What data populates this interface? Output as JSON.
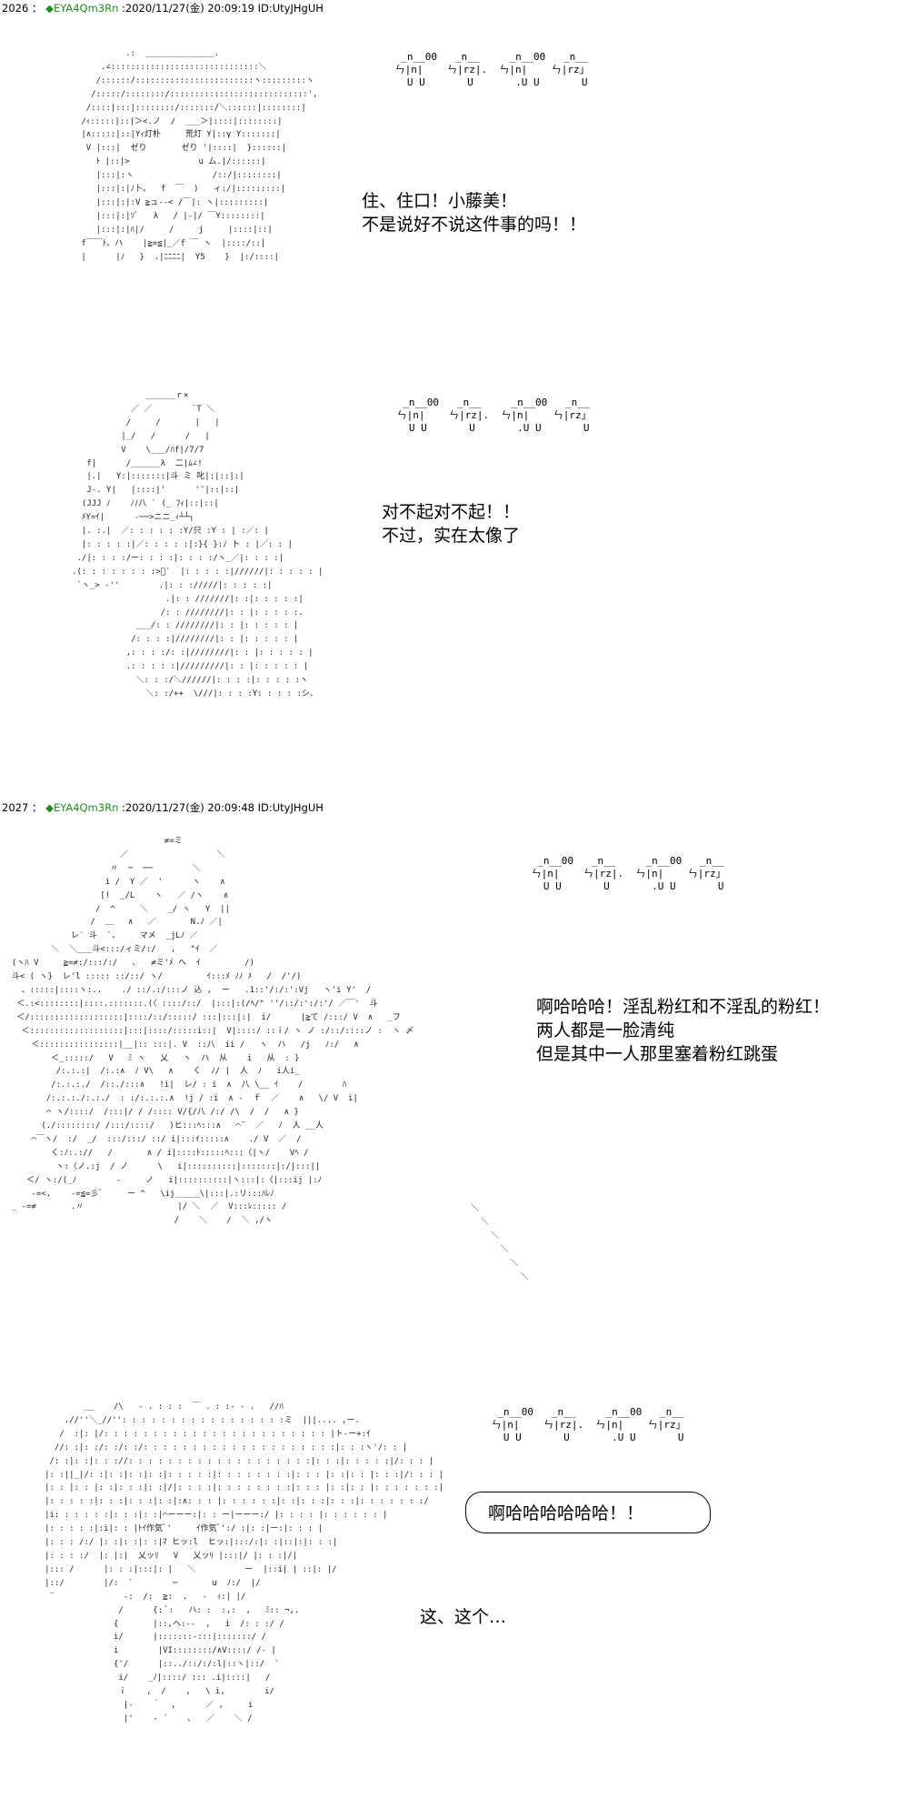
{
  "posts": [
    {
      "number": "2026",
      "separator": " ：",
      "diamond": "◆",
      "trip": "EYA4Qm3Rn",
      "datetime": " :2020/11/27(金) 20:09:19 ID:UtyJHgUH"
    },
    {
      "number": "2027",
      "separator": " ：",
      "diamond": "◆",
      "trip": "EYA4Qm3Rn",
      "datetime": " :2020/11/27(金) 20:09:48 ID:UtyJHgUH"
    }
  ],
  "sfx": {
    "knock": "  _n__00   _n__     _n__00   _n__\n ㄣ|n|    ㄣ|rz|.  ㄣ|n|    ㄣ|rz」\n   U U       U       .U U       U"
  },
  "dialogue": {
    "panel1": "住、住口！小藤美！\n不是说好不说这件事的吗！！",
    "panel2": "对不起对不起！！\n不过，实在太像了",
    "panel3": "啊哈哈哈！淫乱粉红和不淫乱的粉红！\n两人都是一脸清纯\n但是其中一人那里塞着粉红跳蛋",
    "panel4_bubble": "啊哈哈哈哈哈哈！！",
    "panel4": "这、这个…"
  },
  "art": {
    "panel1": "                 .:  ______________.\n            .∠::::::::::::::::::::::::::::::＼\n           /::::::/::::::::::::::::::::::::ヽ:::::::::ヽ\n          /:::::/::::::::/::::::::::::::::::::::::::::',\n         /::::|:::|::::::::/:::::::/＼::::::|::::::::|\n        /ｨ:::::|::|＞<.ノ  /  ___＞|::::|::::::::|\n        |∧:::::|::|Yｨ灯朴     荒灯 Y|::γ Y:::::::|\n         V |:::|  ゼり       ゼり '|::::|  }::::::|\n           ﾄ |::|>              u ム.|/::::::|\n           |:::|:ヽ                /::/|::::::::|\n           |:::|:|ﾉ卜。  f  ￣  )   ィ:/|:::::::::|\n           |:::|:|:V ≧ュ--< /￣|: ヽ|:::::::::|\n           |:::|:|ｿﾞ   λ   / |-|/ ￣Y::::::::|\n           |:::|:|ﾊ|/     /     j     |::::|::|\n        f￣￣ﾄ、ハ    |≧=≦|_／f ￣ ヽ  |::::/::|\n        |      |ﾉ   }  .|ﾆﾆﾆﾆ|  Y5    }  |:/::::|",
    "panel2": "                    ______ｒ×\n                 ／ ／        `T ＼\n                /     /       |   |\n               |_/   /      /   |\n               V    \\___/ﾊf|/7/7\n        f|      /______λ  二|ﾑ∠!\n        |.|   Y:|:::::::|斗 ミ 叱|:|::|:|\n        J-. Y|   |::::|'      '″|::|::|\n       (JJJ ﾉ    ﾉﾉ八 ` (_ ﾌｨ|::|::|\n       ﾒY=ｲ|      ‐──>ニニ_ｨ┴┴┐\n       |. :.|  ／: : : : : :Y/只 :Y : | :／: |\n       |: : : : :|／: : : : :|:}{ }:ﾉ ト : |／: : |\n      ./|: : : :/ー: : : :|: : : :/ヽ_／|: : : :|\n     .(: : : : : : : :>ﾞ`  |: : : : :|//////|: : : : : |\n      `ヽ_> ‐''        .|: : ://///|: : : : :|\n                        .|: : ///////|: :|: : : : :|\n                       /: : ////////|: : |: : : : :.\n                  ___/: : ////////|: : |: : : : : |\n                 /: : : :|////////|: : |: : : : : |\n                ,: : : :/: :|////////|: : |: : : : : |\n                .: : : : :|/////////|: : |: : : : : |\n                  ＼: : :/＼//////|: : : :|: : : : :ヽ\n                    ＼: :/++  \\///|: : : :Y: : : : :シ、",
    "panel3": "                                 ≠=ミ\n                        ／                  ＼\n                      〃  ─  ──        ＼\n                     i /  Y ／  '      ヽ    ∧\n                    [!  _/L    ヽ   ／ /ヽ    ∧\n                   /  ^     ＼    _/ ヽ   Y  ||\n                  /  ＿   ∧   ／       N.ﾉ ／|\n              レ′ 斗  `、    マメ  _jLﾉ ／\n          ＼  ＼___斗<:::/ィミ/:/   ,   \"ｲ  ／\n  (ヽﾊ V     ≧=≠:/:::/:/   ､   ≠ミ'ﾒ ヘ  ｲ         /)\n  斗< ( ヽ}  レ'l ::::: ::/::/ ヽ/         ｲ:::ﾒ ﾉﾉ ﾒ   /  /'/)\n    、:::::|::::ヽ:..    ./ ::/.:/:::ノ 込 ,  ー   .1::'/:/:':Vj   ヽ'i Y'  /\n   ＜.:<::::::::|::::.:::::::.(〈 ::::/::/  |:::|:(/ﾍ/\" ''/::/:':/:'/ ／￣'  斗\n   ＜/:::::::::::::::::::|::::/::/:::::/ :::|:::|:|  i/      |≧て /:::/ V  ∧   _フ\n    ＜:::::::::::::::::::|:::|::::/:::::i::|  V|::::/ ::ｉ/ ヽ ノ :/::/::::ノ :  ヽ 〆\n      ＜::::::::::::::::|__|:: :::|. V  ::八  ii /   ヽ  ハ   /j   ﾉ:/   ∧\n          ＜_:::::/   V   ﾐ ヽ   乂   ヽ  ハ  从    i   从  : }\n           /:.:.:|  /:.:∧  ﾉ V\\   ∧    く  ﾉ/ |  人  ﾉ   i人i_\n          /:.:.:./  /::./:::∧   !i|  レ/ : i  ∧  八 \\__ ｲ    /        ﾊ\n         /:.:.:./:.:./  : :/:.:.:.∧  !j / :i  ∧ -  ｆ  ／    ∧   \\/ V  i|\n         ⌒ ヽ/::::/  /:::|/ / /:::: V/{/八 /:/ /\\  /  /   ∧ }\n        (./::::::::/ /:::/::::/   )ヒ:::ﾍ:::∧   ⌒¨  ／   ﾉ  人 __人\n      ⌒￣ヽ/  :/  _/  :::/:::/ ::/ i|:::ｲ:::::∧    ./ V  ／  /\n          く:ﾉ:.://   /       ∧ / i|::::ﾄ:::::ﾍ:::〈|ヽ/    Vﾍ /\n           ヽ:〈ノ.:j  / ノ      \\   i|::::::::::|:::::::|:/|:::||\n     ＜/ ヽ:/(_ﾉ        ‐     ノ   i|::::::::::|ヽ:::|:〈|:::ij |:ﾉ\n      ‐=<.    ‐=≦=彡ﾞ     ー ^   \\ij_____\\|:::|.:リ:::ﾊﾚﾉ\n  _ -=≠       .〃                   |/ ＼  ／  V:::ﾚ::::: /\n                                   /    ＼    /  ＼ ,/ヽ",
    "panel3_staff": "          ＼\n            ＼\n              ＼\n                ＼\n                  ＼\n                    ＼",
    "panel4": "             __    /\\   - . : : :  ￣ . : :- - .   //ﾊ\n         .//''＼_//'': : : : : : : : : : : : : : : : :ミ  |||.... ,ー.\n        /  :|: |/: : : : : : : : : : : : : : : : : : : : : : : |ト-ー+:ｲ\n       //: :|: :/: :/: :/: : : : : : : : : : : : : : : : : : : :|: : :ヽ'/: : |\n      /: :|: :|: : ://: : : : : : : : : : : : : : : : : : :|: : :|: : : : :|/: : : |\n     |: :||_|/: :|: :|: :|: :|: : : : :|: : : : : : : :|: : : |: :|: : |: : :|/: : : |\n     |: : |: : |: :|: : :|: :|/|: : : :|: : : : : : : :|: : : |: :|: : |: : : : : : :|\n     |: : : : :|: : :|: : :|: :|:∧: : : |: : : : : :|: :|: : :|: : :|: : : : : : :/\n     |i: : : : : :|: : :|: :|⌒ーーー:|: : ー|ーーー:/ |: : : : |: : : : : : |\n     |: : : : :|:i|: : |ﾄｲ作気ﾞ'     ｲ作気ﾞ':/ :|: :|ー:|: : : |\n     |: : : /:/ |: :|: :|: :|ﾏ ヒッ:l  ヒッ:|:::/:|: :|::|:|: : :|\n     |: : : :/  |: |:|  乂ッﾘ   V   乂ッﾘ |:::|/ |: : :|/|\n     |::: /      |: : :|:::|: |   ＼          ー  |::i| | ::|: |/\n     |::/        |/:  `        ─       u  ﾉ:/  |/\n      ‾              ‐:  /:  ≧:  .   ‐  ｨ:| |/\n                    /      {: ﾞ:   ハ: :  :,:  ,   ﾐ:: ¬,.\n                   {       |::,ヘ:-‐  ,   i  /: : :/ /\n                   i/      |:::::::-:::|:::::::/ /\n                   i        |VI::::::::/∧V::::/ /- |\n                   {'/      |::../::/:/:l|::ヽ|::/  ` \n                    i/    _ﾉ|::::/ ::: .i|::::|   /\n                    ｉ    ,  /    ,   \\ i,        i/\n                     |‐    ｀  ,      ／ ,     i\n                     |'    - ´    ､   ／    ＼ /"
  }
}
